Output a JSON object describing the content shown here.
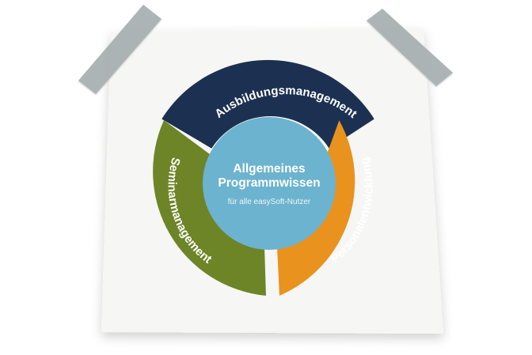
{
  "diagram": {
    "center": {
      "title_line1": "Allgemeines",
      "title_line2": "Programmwissen",
      "subtitle": "für alle easySoft-Nutzer"
    },
    "segments": [
      {
        "label": "Ausbildungsmanagement",
        "color": "#1c3151"
      },
      {
        "label": "Personalentwicklung",
        "color": "#e9921e"
      },
      {
        "label": "Seminarmanagement",
        "color": "#6d8527"
      }
    ],
    "center_color": "#6cb3cf",
    "paper_color": "#f6f6f4",
    "tape_color": "#a6aeb0"
  }
}
